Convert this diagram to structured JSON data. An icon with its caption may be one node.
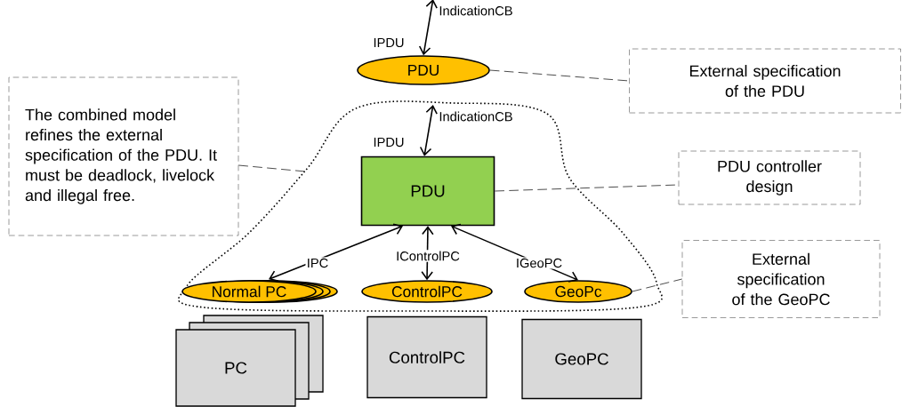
{
  "diagram": {
    "nodes": [
      {
        "text": [
          "PDU"
        ]
      },
      {
        "text": [],
        "shape": "cloud"
      },
      {
        "text": [
          "PDU"
        ],
        "in": 1
      },
      {
        "text": [
          "Normal PC"
        ],
        "in": 1
      },
      {
        "text": [
          "ControlPC"
        ],
        "in": 1
      },
      {
        "text": [
          "GeoPc"
        ],
        "in": 1
      },
      {
        "text": [
          "PC"
        ]
      },
      {
        "text": [
          "ControlPC"
        ]
      },
      {
        "text": [
          "GeoPC"
        ]
      },
      {
        "text": [
          "The combined model refines the external specification of the PDU. It must be deadlock, livelock and illegal free."
        ]
      },
      {
        "text": [
          "External specification of the PDU"
        ]
      },
      {
        "text": [
          "PDU controller design"
        ]
      },
      {
        "text": [
          "External specification of the GeoPC"
        ]
      },
      {
        "text": [
          "IndicationCB"
        ]
      },
      {
        "text": [
          "IndicationCB"
        ],
        "in": 1
      }
    ],
    "edges": [
      {
        "from": 13,
        "to": 0,
        "arrow": "both",
        "label": "IPDU"
      },
      {
        "from": 14,
        "to": 2,
        "arrow": "both",
        "label": "IPDU"
      },
      {
        "from": 2,
        "to": 3,
        "arrow": "both",
        "label": "IPC"
      },
      {
        "from": 2,
        "to": 4,
        "arrow": "both",
        "label": "IControlPC"
      },
      {
        "from": 2,
        "to": 5,
        "arrow": "both",
        "label": "IGeoPC"
      },
      {
        "from": 9,
        "to": 1,
        "arrow": "none",
        "style": "dashed",
        "color": "#404040"
      },
      {
        "from": 0,
        "to": 10,
        "arrow": "none",
        "style": "dashed",
        "color": "#404040"
      },
      {
        "from": 2,
        "to": 11,
        "arrow": "none",
        "style": "dashed",
        "color": "#404040"
      },
      {
        "from": 5,
        "to": 12,
        "arrow": "none",
        "style": "dashed",
        "color": "#404040"
      }
    ]
  }
}
